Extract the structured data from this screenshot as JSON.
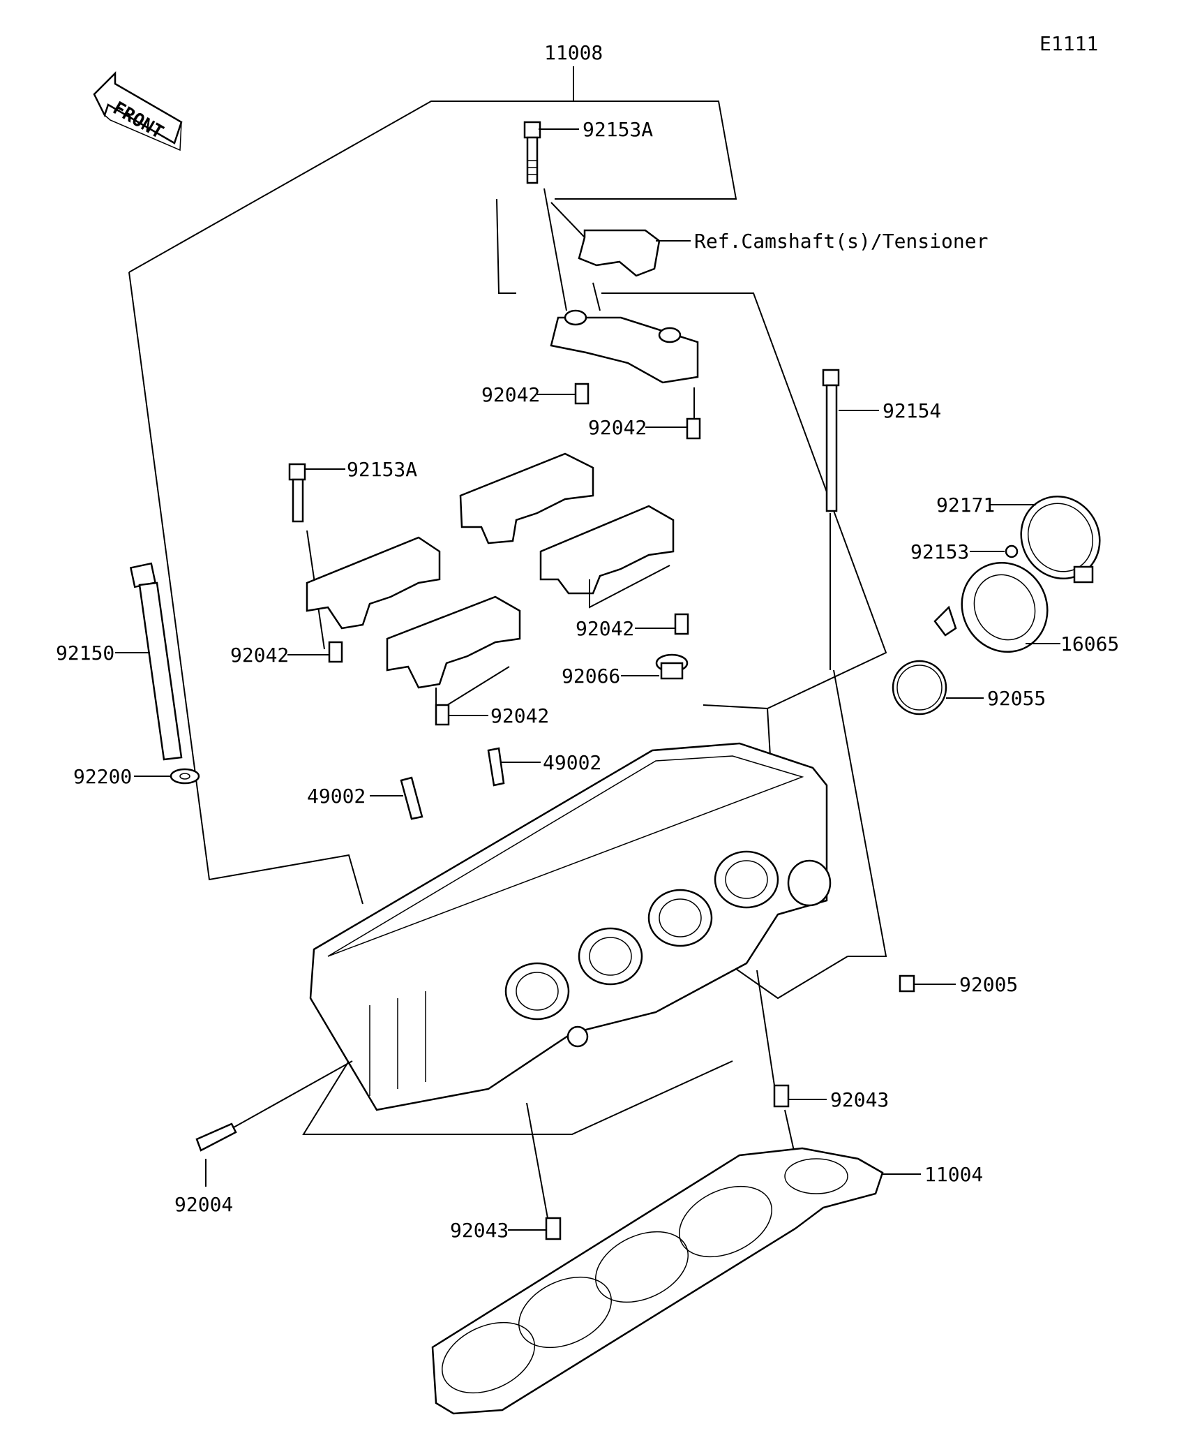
{
  "diagram_code": "E1111",
  "front_arrow_text": "FRONT",
  "reference_note": "Ref.Camshaft(s)/Tensioner",
  "callouts": [
    {
      "id": "c11008",
      "label": "11008"
    },
    {
      "id": "c92153A_top",
      "label": "92153A"
    },
    {
      "id": "c92042_a",
      "label": "92042"
    },
    {
      "id": "c92042_b",
      "label": "92042"
    },
    {
      "id": "c92154",
      "label": "92154"
    },
    {
      "id": "c92153A_left",
      "label": "92153A"
    },
    {
      "id": "c92171",
      "label": "92171"
    },
    {
      "id": "c92153",
      "label": "92153"
    },
    {
      "id": "c92150",
      "label": "92150"
    },
    {
      "id": "c92042_c",
      "label": "92042"
    },
    {
      "id": "c16065",
      "label": "16065"
    },
    {
      "id": "c92042_d",
      "label": "92042"
    },
    {
      "id": "c92066",
      "label": "92066"
    },
    {
      "id": "c92055",
      "label": "92055"
    },
    {
      "id": "c92042_e",
      "label": "92042"
    },
    {
      "id": "c49002_a",
      "label": "49002"
    },
    {
      "id": "c92200",
      "label": "92200"
    },
    {
      "id": "c49002_b",
      "label": "49002"
    },
    {
      "id": "c92005",
      "label": "92005"
    },
    {
      "id": "c92043_a",
      "label": "92043"
    },
    {
      "id": "c11004",
      "label": "11004"
    },
    {
      "id": "c92004",
      "label": "92004"
    },
    {
      "id": "c92043_b",
      "label": "92043"
    }
  ]
}
